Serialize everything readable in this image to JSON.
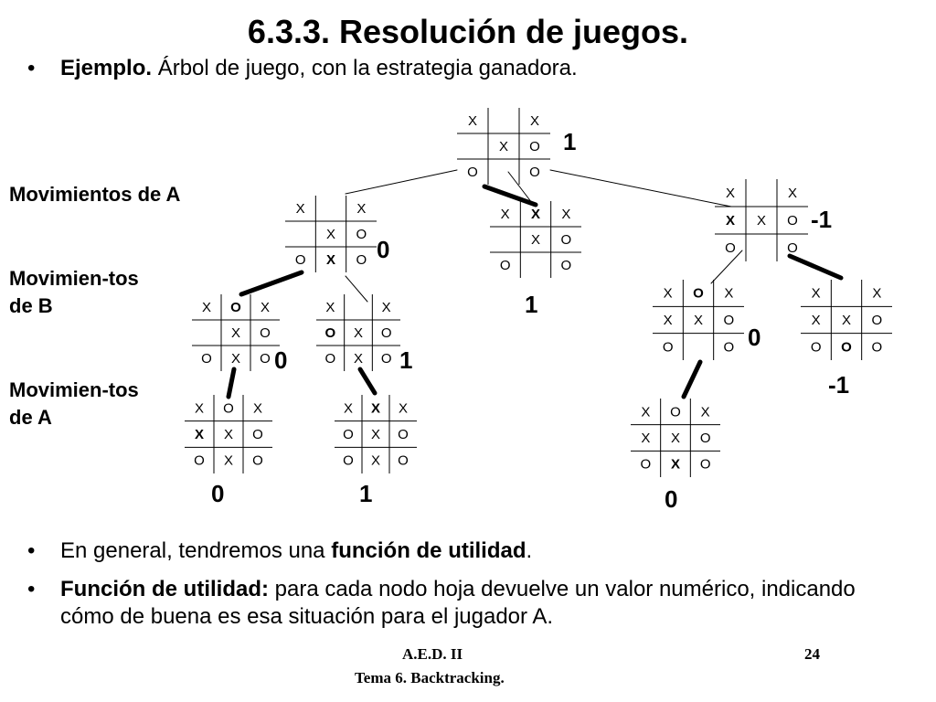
{
  "title": "6.3.3. Resolución de juegos.",
  "bullets": {
    "b1_bold": "Ejemplo.",
    "b1_rest": " Árbol de juego, con la estrategia ganadora.",
    "b2_pre": "En general, tendremos una ",
    "b2_bold": "función de utilidad",
    "b2_post": ".",
    "b3_bold": "Función de utilidad:",
    "b3_rest": " para cada nodo hoja devuelve un valor numérico, indicando cómo de buena es esa situación para el jugador A.",
    "marker": "•"
  },
  "side_labels": {
    "moves_a_top": "Movimientos de A",
    "moves_b": "Movimien-tos de B",
    "moves_a_bottom": "Movimien-tos de A"
  },
  "boards": [
    {
      "id": "root",
      "cells": [
        "X",
        "",
        "X",
        "",
        "X",
        "O",
        "O",
        "",
        "O"
      ],
      "bold": [],
      "value": "1"
    },
    {
      "id": "a1",
      "cells": [
        "X",
        "",
        "X",
        "",
        "X",
        "O",
        "O",
        "X",
        "O"
      ],
      "bold": [
        7
      ],
      "value": "0"
    },
    {
      "id": "a2",
      "cells": [
        "X",
        "X",
        "X",
        "",
        "X",
        "O",
        "O",
        "",
        "O"
      ],
      "bold": [
        1
      ],
      "value": "1"
    },
    {
      "id": "a3",
      "cells": [
        "X",
        "",
        "X",
        "X",
        "X",
        "O",
        "O",
        "",
        "O"
      ],
      "bold": [
        3
      ],
      "value": "-1"
    },
    {
      "id": "b11",
      "cells": [
        "X",
        "O",
        "X",
        "",
        "X",
        "O",
        "O",
        "X",
        "O"
      ],
      "bold": [
        1
      ],
      "value": "0"
    },
    {
      "id": "b12",
      "cells": [
        "X",
        "",
        "X",
        "O",
        "X",
        "O",
        "O",
        "X",
        "O"
      ],
      "bold": [
        3
      ],
      "value": "1"
    },
    {
      "id": "b31",
      "cells": [
        "X",
        "O",
        "X",
        "X",
        "X",
        "O",
        "O",
        "",
        "O"
      ],
      "bold": [
        1
      ],
      "value": "0"
    },
    {
      "id": "b32",
      "cells": [
        "X",
        "",
        "X",
        "X",
        "X",
        "O",
        "O",
        "O",
        "O"
      ],
      "bold": [
        7
      ],
      "value": "-1"
    },
    {
      "id": "c111",
      "cells": [
        "X",
        "O",
        "X",
        "X",
        "X",
        "O",
        "O",
        "X",
        "O"
      ],
      "bold": [
        3
      ],
      "value": "0"
    },
    {
      "id": "c121",
      "cells": [
        "X",
        "X",
        "X",
        "O",
        "X",
        "O",
        "O",
        "X",
        "O"
      ],
      "bold": [
        1
      ],
      "value": "1"
    },
    {
      "id": "c311",
      "cells": [
        "X",
        "O",
        "X",
        "X",
        "X",
        "O",
        "O",
        "X",
        "O"
      ],
      "bold": [
        7
      ],
      "value": "0"
    }
  ],
  "footer": {
    "course": "A.E.D. II",
    "topic": "Tema 6. Backtracking.",
    "page": "24"
  }
}
